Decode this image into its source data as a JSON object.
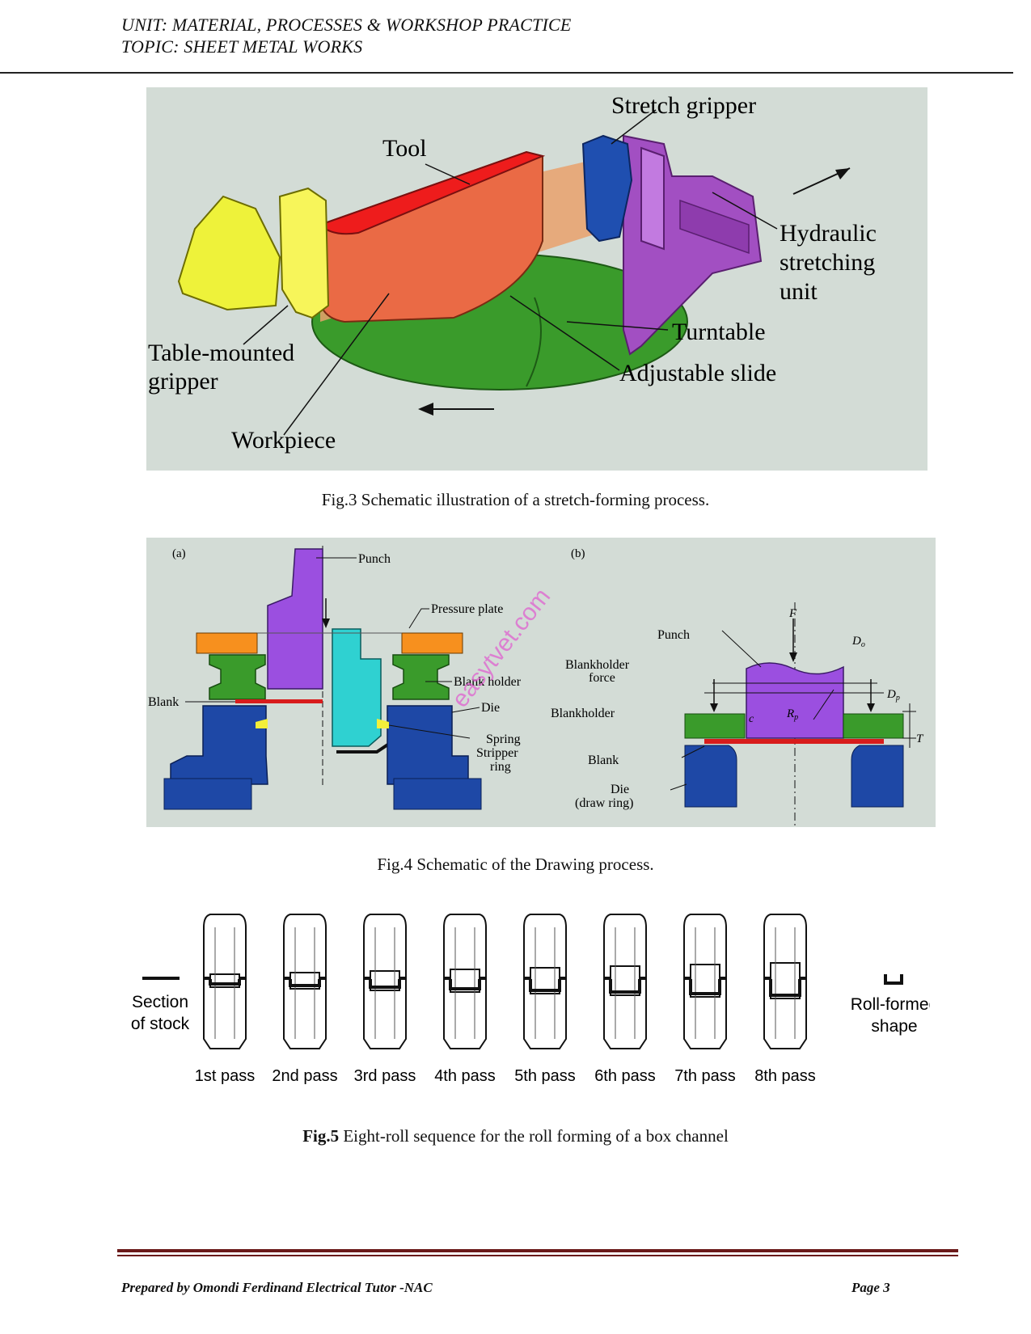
{
  "header": {
    "unit": "UNIT: MATERIAL, PROCESSES & WORKSHOP PRACTICE",
    "topic": "TOPIC: SHEET METAL WORKS"
  },
  "fig3": {
    "labels": {
      "stretch_gripper": "Stretch gripper",
      "tool": "Tool",
      "hydraulic": [
        "Hydraulic",
        "stretching",
        "unit"
      ],
      "turntable": "Turntable",
      "adjustable_slide": "Adjustable slide",
      "table_gripper": [
        "Table-mounted",
        "gripper"
      ],
      "workpiece": "Workpiece"
    },
    "caption": "Fig.3 Schematic illustration of a stretch-forming process."
  },
  "fig4": {
    "labels": {
      "a": "(a)",
      "b": "(b)",
      "punch_a": "Punch",
      "pressure_plate": "Pressure plate",
      "blank_holder": "Blank holder",
      "blank_a": "Blank",
      "die_a": "Die",
      "spring_stripper": [
        "Spring",
        "Stripper",
        "ring"
      ],
      "punch_b": "Punch",
      "F": "F",
      "Do": "D",
      "Do_sub": "o",
      "Dp": "D",
      "Dp_sub": "p",
      "blankholder_force": [
        "Blankholder",
        "force"
      ],
      "blankholder": "Blankholder",
      "c": "c",
      "Rp": "R",
      "Rp_sub": "p",
      "T": "T",
      "blank_b": "Blank",
      "die_b": [
        "Die",
        "(draw ring)"
      ],
      "watermark": "easytvet.com"
    },
    "caption": "Fig.4 Schematic of the Drawing process."
  },
  "fig5": {
    "section_of_stock": [
      "Section",
      "of stock"
    ],
    "passes": [
      "1st pass",
      "2nd pass",
      "3rd pass",
      "4th pass",
      "5th pass",
      "6th pass",
      "7th pass",
      "8th pass"
    ],
    "roll_formed": [
      "Roll-formed",
      "shape"
    ],
    "caption_bold": "Fig.5",
    "caption_rest": " Eight-roll sequence for the roll forming of a box channel"
  },
  "footer": {
    "prepared_by": "Prepared by Omondi Ferdinand Electrical Tutor -NAC",
    "page": "Page 3"
  }
}
